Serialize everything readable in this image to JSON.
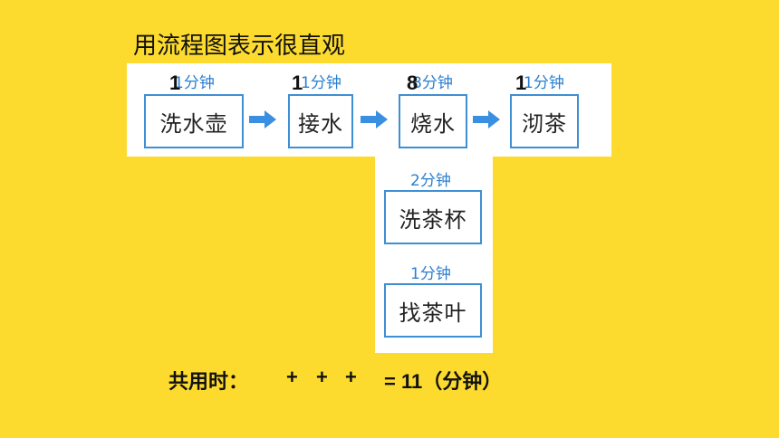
{
  "title": "用流程图表示很直观",
  "colors": {
    "background": "#FDDB2E",
    "box_border": "#3f8fd4",
    "duration_text": "#2a7fd0",
    "arrow": "#3a8fe0"
  },
  "steps": [
    {
      "label": "洗水壶",
      "duration": "1分钟",
      "overlay_num": "1"
    },
    {
      "label": "接水",
      "duration": "1分钟",
      "overlay_num": "1"
    },
    {
      "label": "烧水",
      "duration": "8分钟",
      "overlay_num": "8"
    },
    {
      "label": "沏茶",
      "duration": "1分钟",
      "overlay_num": "1"
    }
  ],
  "parallel_steps": [
    {
      "label": "洗茶杯",
      "duration": "2分钟"
    },
    {
      "label": "找茶叶",
      "duration": "1分钟"
    }
  ],
  "total": {
    "label": "共用时：",
    "plus": "+",
    "result": "= 11（分钟）"
  }
}
